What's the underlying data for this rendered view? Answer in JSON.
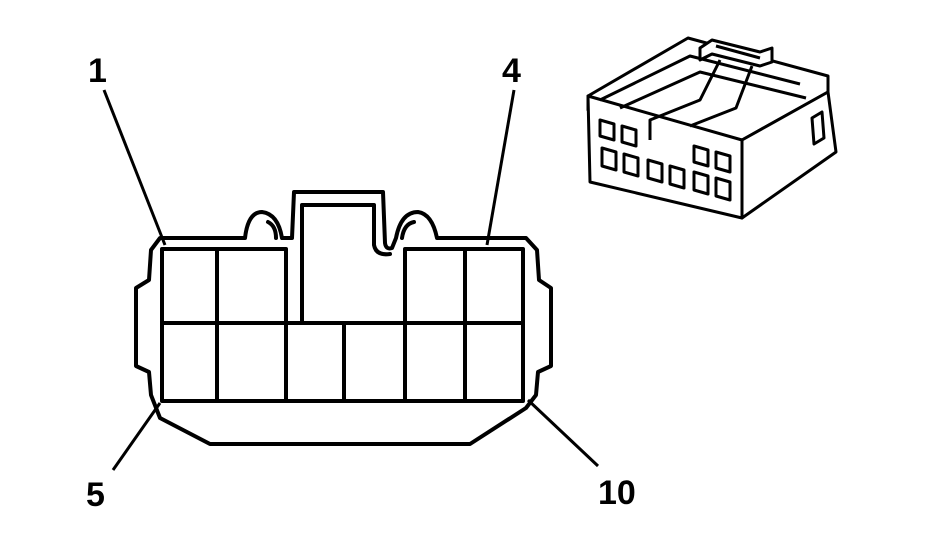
{
  "diagram": {
    "labels": {
      "pin_top_left": "1",
      "pin_top_right": "4",
      "pin_bottom_left": "5",
      "pin_bottom_right": "10"
    },
    "colors": {
      "line": "#000000",
      "background": "#ffffff"
    }
  }
}
